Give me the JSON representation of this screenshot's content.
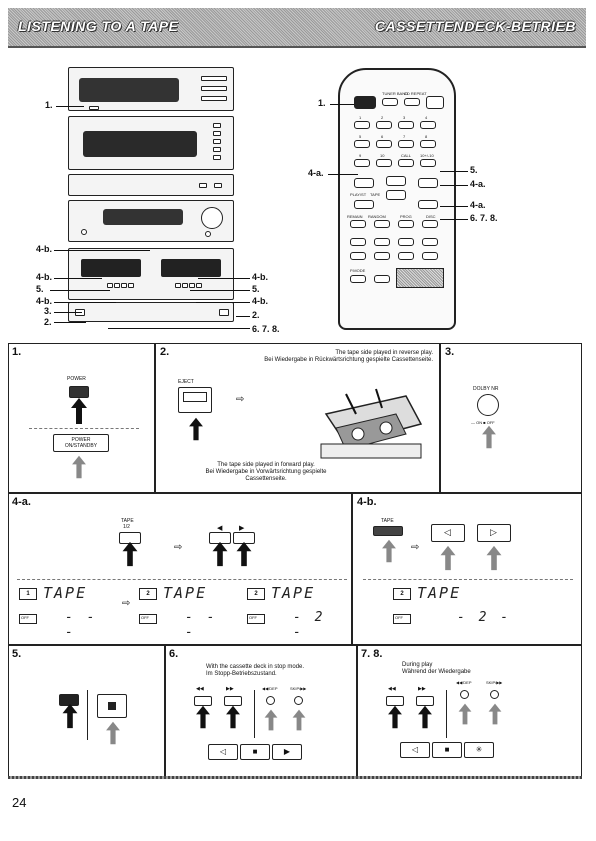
{
  "header": {
    "title_en": "LISTENING TO A TAPE",
    "title_de": "CASSETTENDECK-BETRIEB"
  },
  "callouts": {
    "c1": "1.",
    "c4b": "4-b.",
    "c5": "5.",
    "c3": "3.",
    "c2": "2.",
    "c678": "6. 7. 8.",
    "c4a": "4-a."
  },
  "remote": {
    "row1": [
      "",
      "TUNER BAND",
      "CD REPEAT",
      ""
    ],
    "row2": [
      "1",
      "2",
      "3",
      "4"
    ],
    "row3": [
      "5",
      "6",
      "7",
      "8"
    ],
    "row4": [
      "9",
      "10",
      "CALL",
      "10+/-10"
    ],
    "row6": [
      "PLAY/ST",
      "TAPE",
      "REMAIN",
      "RANDOM",
      "PROG",
      "DISC"
    ],
    "row8": [
      "P.MODE"
    ]
  },
  "panel1": {
    "num": "1.",
    "power_label": "POWER",
    "standby_label": "POWER ON/STANDBY"
  },
  "panel2": {
    "num": "2.",
    "reverse_en": "The tape side played in reverse play.",
    "reverse_de": "Bei Wiedergabe in Rückwärtsrichtung gespielte Cassettenseite.",
    "eject_label": "EJECT",
    "forward_en": "The tape side played in forward play.",
    "forward_de": "Bei Wiedergabe in Vorwärtsrichtung gespielte Cassettenseite."
  },
  "panel3": {
    "num": "3.",
    "dolby_label": "DOLBY NR",
    "on_off": "— ON  ■ OFF"
  },
  "panel4a": {
    "num": "4-a.",
    "tape_label": "TAPE",
    "tape_sub": "1/2",
    "displays": [
      {
        "deck": "1",
        "text": "TAPE",
        "dash": "- - -",
        "off": "OFF"
      },
      {
        "deck": "2",
        "text": "TAPE",
        "dash": "- - -",
        "off": "OFF"
      },
      {
        "deck": "2",
        "text": "TAPE",
        "dash": "- 2 -",
        "off": "OFF"
      }
    ]
  },
  "panel4b": {
    "num": "4-b.",
    "tape_label": "TAPE",
    "display": {
      "deck": "2",
      "text": "TAPE",
      "dash": "- 2 -",
      "off": "OFF"
    }
  },
  "panel5": {
    "num": "5."
  },
  "panel6": {
    "num": "6.",
    "note_en": "With the cassette deck in stop mode.",
    "note_de": "Im Stopp-Betriebszustand.",
    "ctrl_left": "◀◀",
    "ctrl_right": "▶▶",
    "skip_left": "◀◀/DEP",
    "skip_right": "SKIP/▶▶"
  },
  "panel78": {
    "num": "7. 8.",
    "note_en": "During play",
    "note_de": "Während der Wiedergabe",
    "ctrl_left": "◀◀",
    "ctrl_right": "▶▶",
    "skip_left": "◀◀/DEP",
    "skip_right": "SKIP/▶▶"
  },
  "page_number": "24"
}
